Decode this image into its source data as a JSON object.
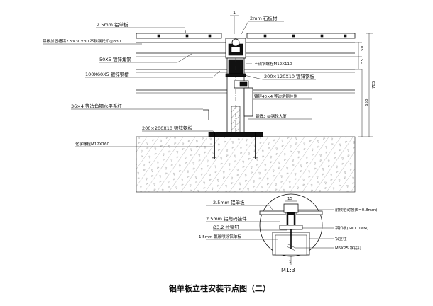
{
  "drawing": {
    "title": "铝单板立柱安装节点图（二）",
    "scale_label": "M1:3",
    "circle_ref": "1",
    "callout_ref": "1",
    "main_labels": {
      "aluminum_panel": "2.5mm 铝单板",
      "stone": "2mm 石板材",
      "conn_plate": "铝板加固槽铝2.5×30×30 不锈钢托扣@330",
      "l50": "50X5 镀锌角钢",
      "l100": "100X60X5 镀锌钢槽",
      "bolt": "不锈钢螺栓M12X110",
      "tube200": "200×120X10 镀锌钢板",
      "angle36": "36×4 等边角钢水平系杆",
      "angle40": "镀锌40×4 等边角钢挂件",
      "weld": "钢焊3 @钢轮大厦",
      "plate200": "200×200X10 镀锌钢板",
      "chem_bolt": "化学螺栓M12X160"
    },
    "dimensions": {
      "d1": "50",
      "d2": "55",
      "d3": "785",
      "d4": "650"
    },
    "detail_labels": {
      "panel": "2.5mm 铝单板",
      "connector": "2.5mm 铝角码挂件",
      "rivet": "Ø3.2 拉铆钉",
      "thickened": "1.5mm 氟碳喷涂铝单板",
      "dim15": "15",
      "sealant": "耐候密封胶(S=0.8mm)",
      "alu_strip": "铝扣板(S=1.0MM)",
      "rod": "铝立柱",
      "screw": "M5X25 钢钻钉"
    }
  }
}
